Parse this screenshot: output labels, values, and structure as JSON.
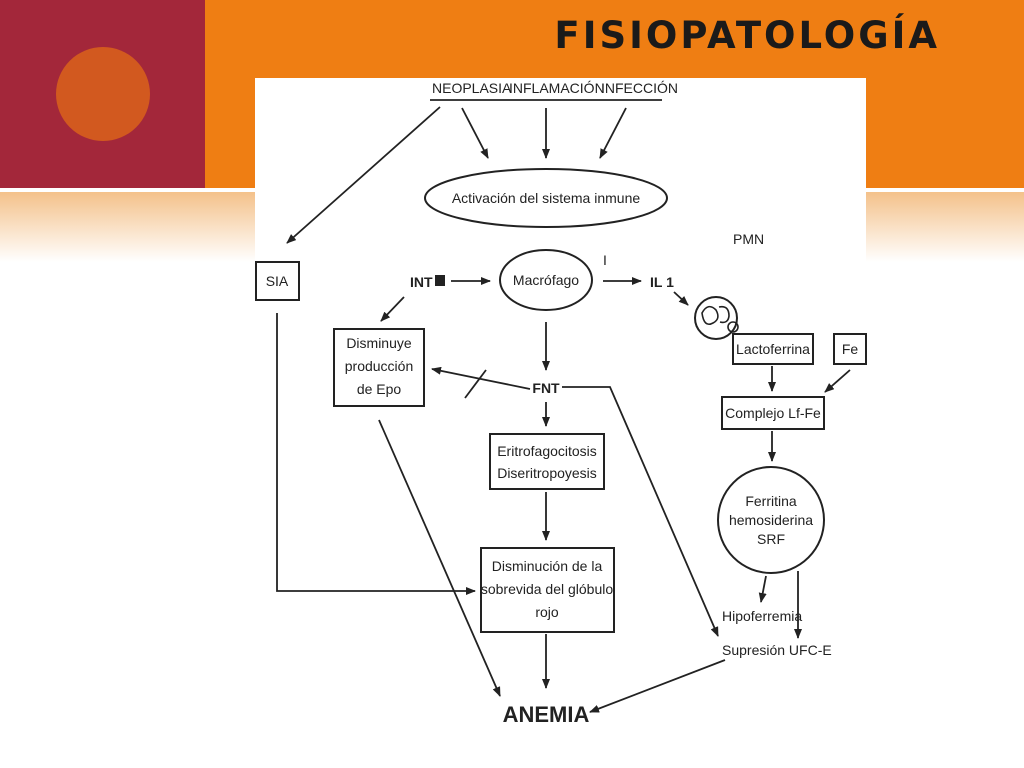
{
  "slide": {
    "title": "FISIOPATOLOGÍA"
  },
  "diagram": {
    "causes": [
      "NEOPLASIA",
      "INFLAMACIÓN",
      "INFECCIÓN"
    ],
    "immune_activation": "Activación del sistema inmune",
    "pmn": "PMN",
    "sia": "SIA",
    "int": "INT",
    "macrophage": "Macrófago",
    "inhibit_mark": "I",
    "il1": "IL 1",
    "epo": [
      "Disminuye",
      "producción",
      "de Epo"
    ],
    "fnt": "FNT",
    "lactoferrin": "Lactoferrina",
    "fe": "Fe",
    "complex": "Complejo Lf-Fe",
    "erythro": [
      "Eritrofagocitosis",
      "Diseritropoyesis"
    ],
    "ferritin": [
      "Ferritina",
      "hemosiderina",
      "SRF"
    ],
    "survival": [
      "Disminución de la",
      "sobrevida del glóbulo",
      "rojo"
    ],
    "hypoferremia": "Hipoferremia",
    "ufc": "Supresión UFC-E",
    "anemia": "ANEMIA"
  },
  "colors": {
    "orange": "#ef7e13",
    "crimson": "#a3273a",
    "circle": "#d2591f"
  }
}
